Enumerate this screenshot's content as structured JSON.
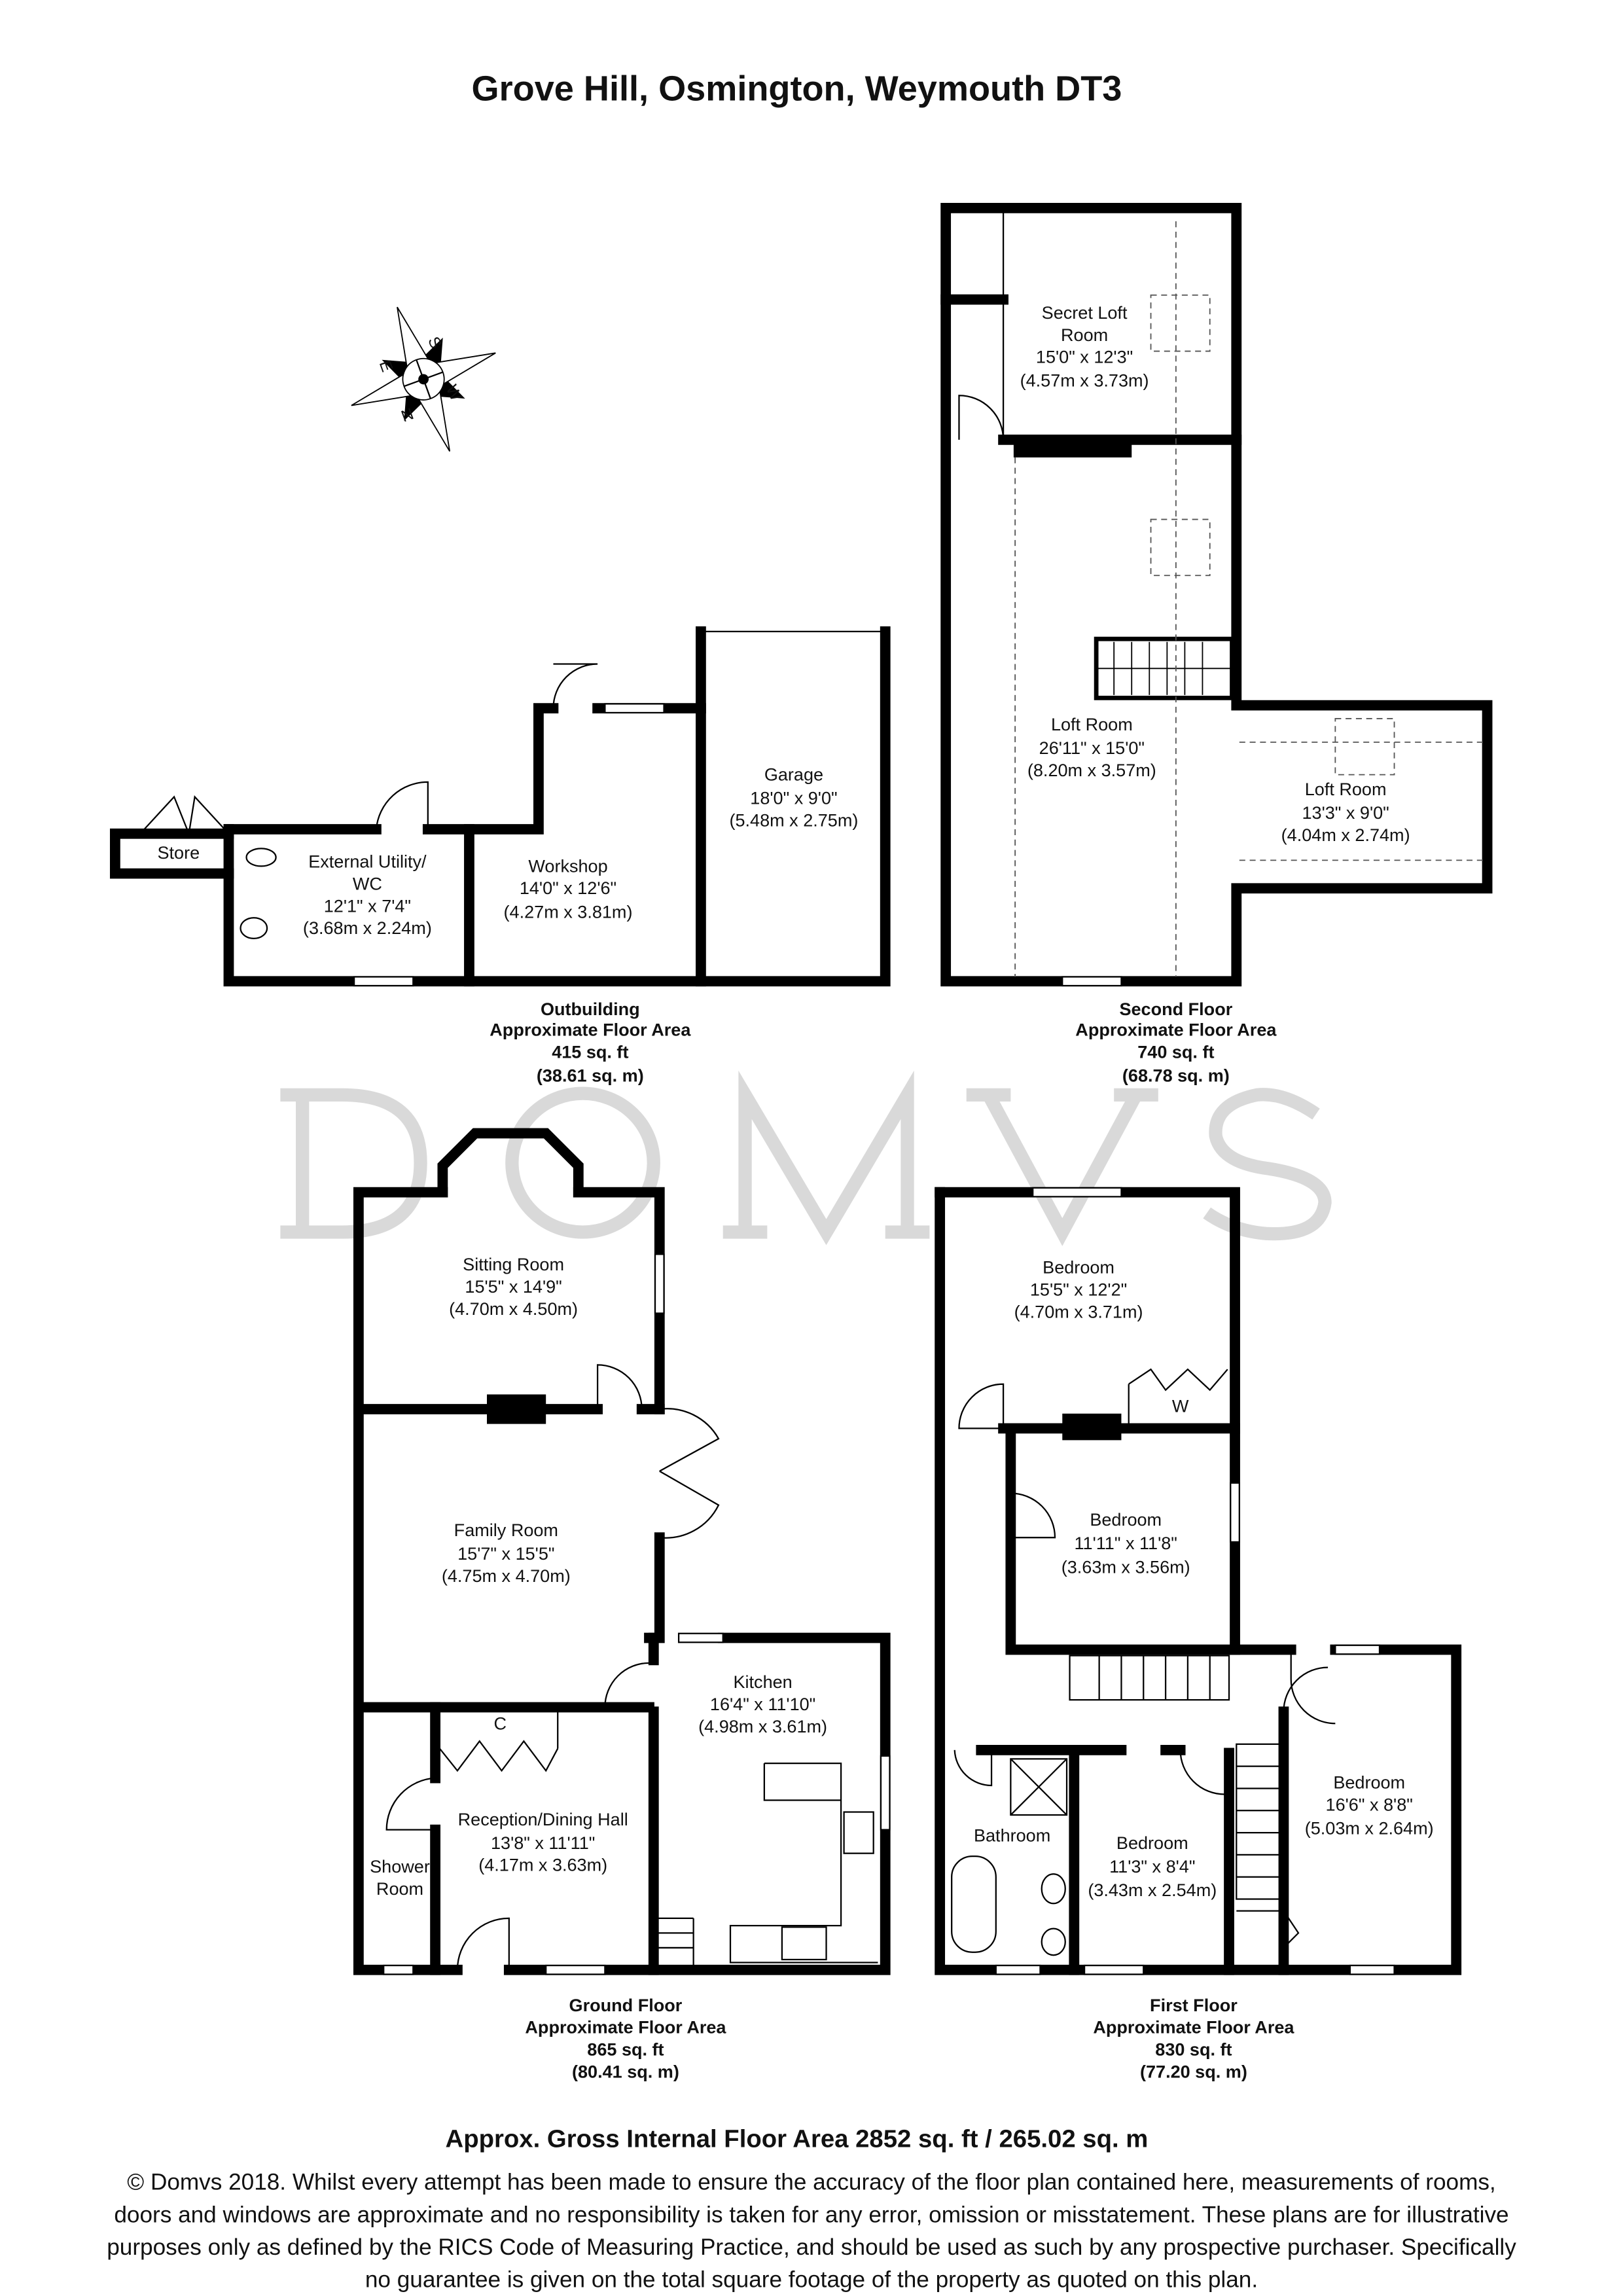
{
  "title": "Grove Hill, Osmington, Weymouth DT3",
  "watermark": "DOMVS",
  "compass": {
    "icon": "compass-rose-icon",
    "labels": [
      "S",
      "W",
      "N",
      "E"
    ]
  },
  "outbuilding": {
    "rooms": {
      "store": {
        "name": "Store"
      },
      "utility": {
        "name1": "External Utility/",
        "name2": "WC",
        "imperial": "12'1\" x 7'4\"",
        "metric": "(3.68m x 2.24m)"
      },
      "workshop": {
        "name": "Workshop",
        "imperial": "14'0\" x 12'6\"",
        "metric": "(4.27m x 3.81m)"
      },
      "garage": {
        "name": "Garage",
        "imperial": "18'0\" x 9'0\"",
        "metric": "(5.48m x 2.75m)"
      }
    },
    "caption": {
      "floor": "Outbuilding",
      "label": "Approximate Floor Area",
      "sqft": "415 sq. ft",
      "sqm": "(38.61 sq. m)"
    }
  },
  "second_floor": {
    "rooms": {
      "secret_loft": {
        "name1": "Secret Loft",
        "name2": "Room",
        "imperial": "15'0\" x 12'3\"",
        "metric": "(4.57m x 3.73m)"
      },
      "loft_room_1": {
        "name": "Loft Room",
        "imperial": "26'11\" x 15'0\"",
        "metric": "(8.20m x 3.57m)"
      },
      "loft_room_2": {
        "name": "Loft Room",
        "imperial": "13'3\" x 9'0\"",
        "metric": "(4.04m x 2.74m)"
      }
    },
    "caption": {
      "floor": "Second Floor",
      "label": "Approximate Floor Area",
      "sqft": "740 sq. ft",
      "sqm": "(68.78 sq. m)"
    }
  },
  "ground_floor": {
    "rooms": {
      "sitting": {
        "name": "Sitting Room",
        "imperial": "15'5\" x 14'9\"",
        "metric": "(4.70m x 4.50m)"
      },
      "family": {
        "name": "Family Room",
        "imperial": "15'7\" x 15'5\"",
        "metric": "(4.75m x 4.70m)"
      },
      "kitchen": {
        "name": "Kitchen",
        "imperial": "16'4\" x 11'10\"",
        "metric": "(4.98m x 3.61m)"
      },
      "cupboard": {
        "name": "C"
      },
      "reception": {
        "name": "Reception/Dining Hall",
        "imperial": "13'8\" x 11'11\"",
        "metric": "(4.17m x 3.63m)"
      },
      "shower": {
        "name1": "Shower",
        "name2": "Room"
      }
    },
    "caption": {
      "floor": "Ground Floor",
      "label": "Approximate Floor Area",
      "sqft": "865 sq. ft",
      "sqm": "(80.41 sq. m)"
    }
  },
  "first_floor": {
    "rooms": {
      "bedroom1": {
        "name": "Bedroom",
        "imperial": "15'5\" x 12'2\"",
        "metric": "(4.70m x 3.71m)"
      },
      "wardrobe": {
        "name": "W"
      },
      "bedroom2": {
        "name": "Bedroom",
        "imperial": "11'11\" x 11'8\"",
        "metric": "(3.63m x 3.56m)"
      },
      "bedroom3": {
        "name": "Bedroom",
        "imperial": "16'6\" x 8'8\"",
        "metric": "(5.03m x 2.64m)"
      },
      "bathroom": {
        "name": "Bathroom"
      },
      "bedroom4": {
        "name": "Bedroom",
        "imperial": "11'3\" x 8'4\"",
        "metric": "(3.43m x 2.54m)"
      }
    },
    "caption": {
      "floor": "First Floor",
      "label": "Approximate Floor Area",
      "sqft": "830 sq. ft",
      "sqm": "(77.20 sq. m)"
    }
  },
  "gross_area": "Approx. Gross Internal Floor Area 2852 sq. ft / 265.02 sq. m",
  "disclaimer": [
    "© Domvs 2018. Whilst every attempt has been made to ensure the accuracy of the floor plan contained here, measurements of rooms,",
    "doors and windows are approximate and no responsibility is taken for any error, omission or misstatement. These plans are for illustrative",
    "purposes only as defined by the RICS Code of Measuring Practice, and should be used as such by any prospective purchaser. Specifically",
    "no guarantee is given on the total square footage of the property as quoted on this plan."
  ]
}
